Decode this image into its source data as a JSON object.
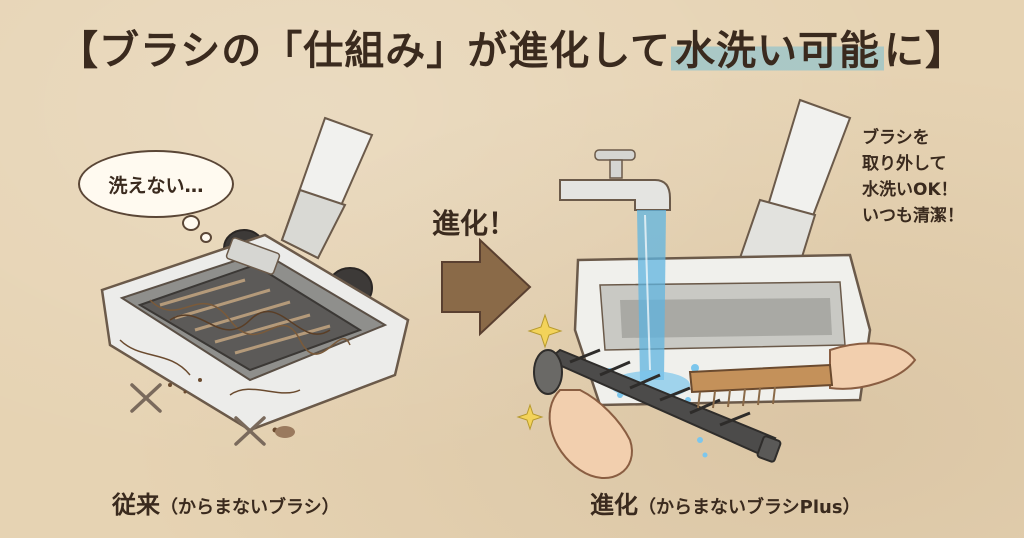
{
  "title": {
    "part1": "【ブラシの「仕組み」が進化して",
    "highlight": "水洗い可能",
    "part2": "に】"
  },
  "left": {
    "bubble": "洗えない…",
    "caption_main": "従来",
    "caption_sub": "（からまないブラシ）"
  },
  "middle": {
    "label": "進化！"
  },
  "right": {
    "note_lines": [
      "ブラシを",
      "取り外して",
      "水洗いOK！",
      "いつも清潔！"
    ],
    "caption_main": "進化",
    "caption_sub": "（からまないブラシPlus）"
  },
  "colors": {
    "background": "#e6d3b3",
    "highlight": "#78bed2",
    "text": "#3a2a1e",
    "arrow": "#8a6a48",
    "water": "#5fb4e0"
  }
}
